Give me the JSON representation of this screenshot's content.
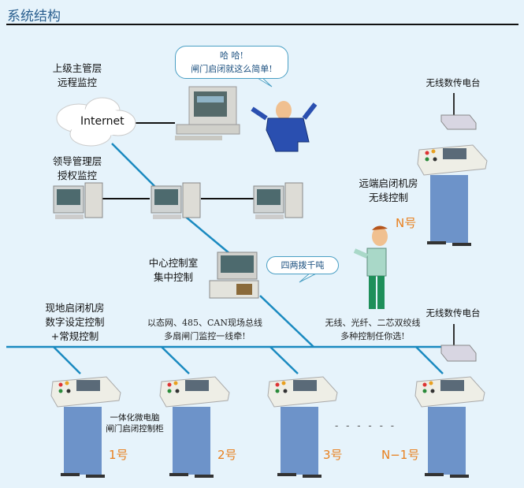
{
  "page": {
    "title": "系统结构"
  },
  "levels": {
    "upper": {
      "line1": "上级主管层",
      "line2": "远程监控"
    },
    "leader": {
      "line1": "领导管理层",
      "line2": "授权监控"
    },
    "center": {
      "line1": "中心控制室",
      "line2": "集中控制"
    },
    "local": {
      "line1": "现地启闭机房",
      "line2": "数字设定控制",
      "line3": "+常规控制"
    },
    "remote": {
      "line1": "远端启闭机房",
      "line2": "无线控制"
    }
  },
  "internet_label": "Internet",
  "bubbles": {
    "top": {
      "line1": "哈 哈!",
      "line2": "闸门启闭就这么简单!"
    },
    "middle": {
      "text": "四两拨千吨"
    }
  },
  "notes": {
    "bus": {
      "line1": "以态网、485、CAN现场总线",
      "line2": "多扇闸门监控一线牵!"
    },
    "wireless": {
      "line1": "无线、光纤、二芯双绞线",
      "line2": "多种控制任你选!"
    }
  },
  "radio_labels": {
    "top": "无线数传电台",
    "bottom": "无线数传电台"
  },
  "cabinet_caption": {
    "line1": "一体化微电脑",
    "line2": "闸门启闭控制柜"
  },
  "cabinets": [
    {
      "label": "1号"
    },
    {
      "label": "2号"
    },
    {
      "label": "3号"
    },
    {
      "label": "N−1号"
    },
    {
      "label": "N号"
    }
  ],
  "ellipsis": "- - - - - -",
  "colors": {
    "bus_line": "#1a8ac0",
    "cabinet_body": "#6d93c9",
    "cabinet_top": "#eeeee6",
    "number_text": "#e8801e",
    "title_text": "#2a5f8f"
  }
}
